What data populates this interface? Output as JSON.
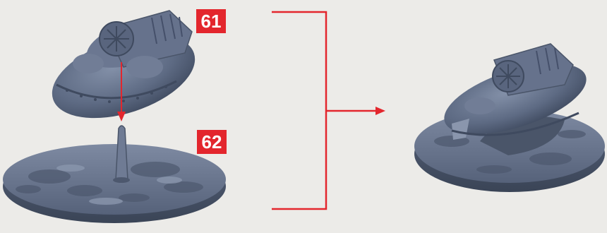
{
  "parts": [
    {
      "number": "61",
      "name": "hover-vehicle"
    },
    {
      "number": "62",
      "name": "terrain-base-with-peg"
    }
  ],
  "result": {
    "name": "assembled-model"
  },
  "colors": {
    "badge": "#e3262d",
    "badge_text": "#ffffff",
    "arrow": "#e3262d",
    "miniature": "#5e6b84",
    "background": "#ecebe8"
  }
}
